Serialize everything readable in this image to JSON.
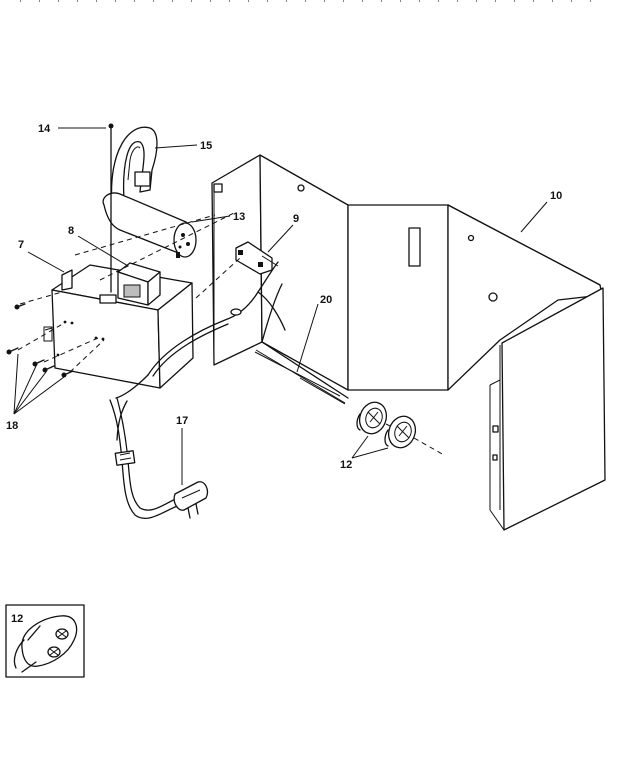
{
  "labels": {
    "p7": "7",
    "p8": "8",
    "p9": "9",
    "p10": "10",
    "p12": "12",
    "p13": "13",
    "p14": "14",
    "p15": "15",
    "p17": "17",
    "p18": "18",
    "p20": "20",
    "inset": "12"
  }
}
